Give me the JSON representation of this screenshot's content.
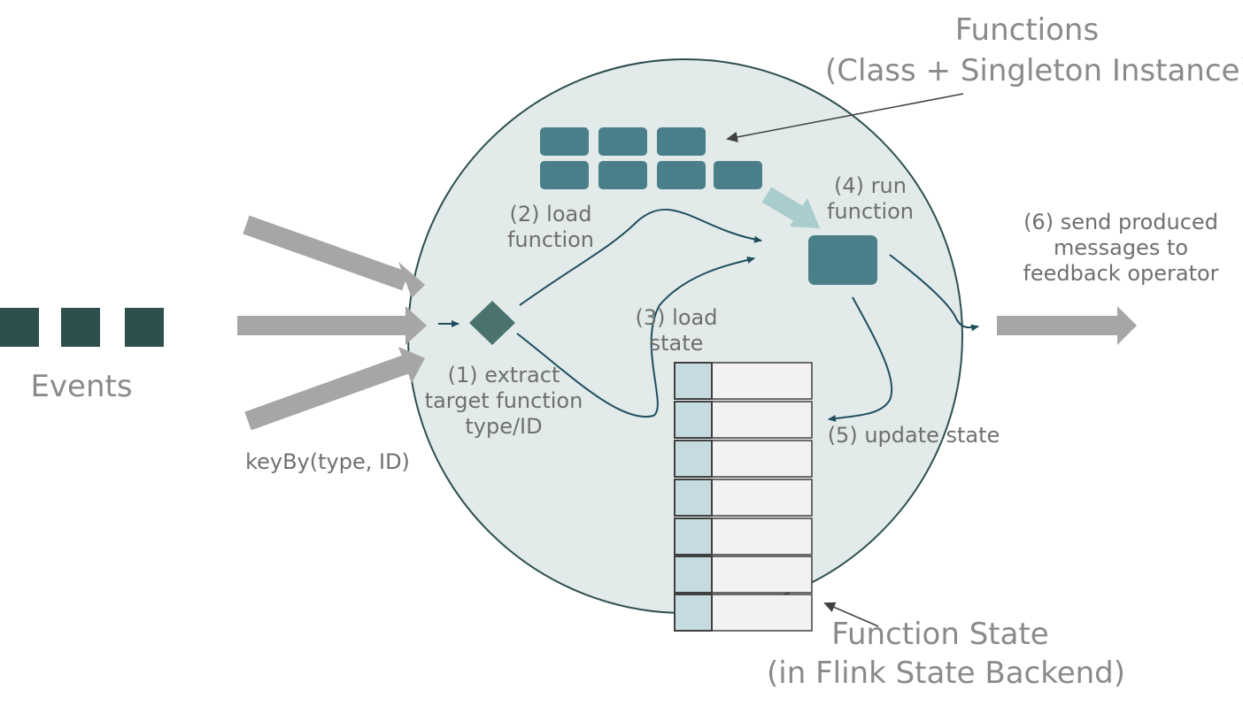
{
  "labels": {
    "functions_title": "Functions",
    "functions_subtitle": "(Class + Singleton Instance)",
    "events": "Events",
    "keyby": "keyBy(type, ID)",
    "step1_line1": "(1) extract",
    "step1_line2": "target function",
    "step1_line3": "type/ID",
    "step2_line1": "(2) load",
    "step2_line2": "function",
    "step3_line1": "(3) load",
    "step3_line2": "state",
    "step4_line1": "(4) run",
    "step4_line2": "function",
    "step5": "(5) update state",
    "step6_line1": "(6) send produced",
    "step6_line2": "messages to",
    "step6_line3": "feedback operator",
    "state_title": "Function State",
    "state_subtitle": "(in Flink State Backend)"
  },
  "colors": {
    "circle_fill": "#e2eaea",
    "circle_stroke": "#2f4f4f",
    "function_block": "#4a7f8a",
    "event_block": "#2f4f4f",
    "input_arrow": "#a6a6a6",
    "flow_line": "#1f4f5f",
    "run_arrow": "#a9cccc",
    "state_key": "#c5dbdf",
    "state_value": "#f2f2f2"
  }
}
